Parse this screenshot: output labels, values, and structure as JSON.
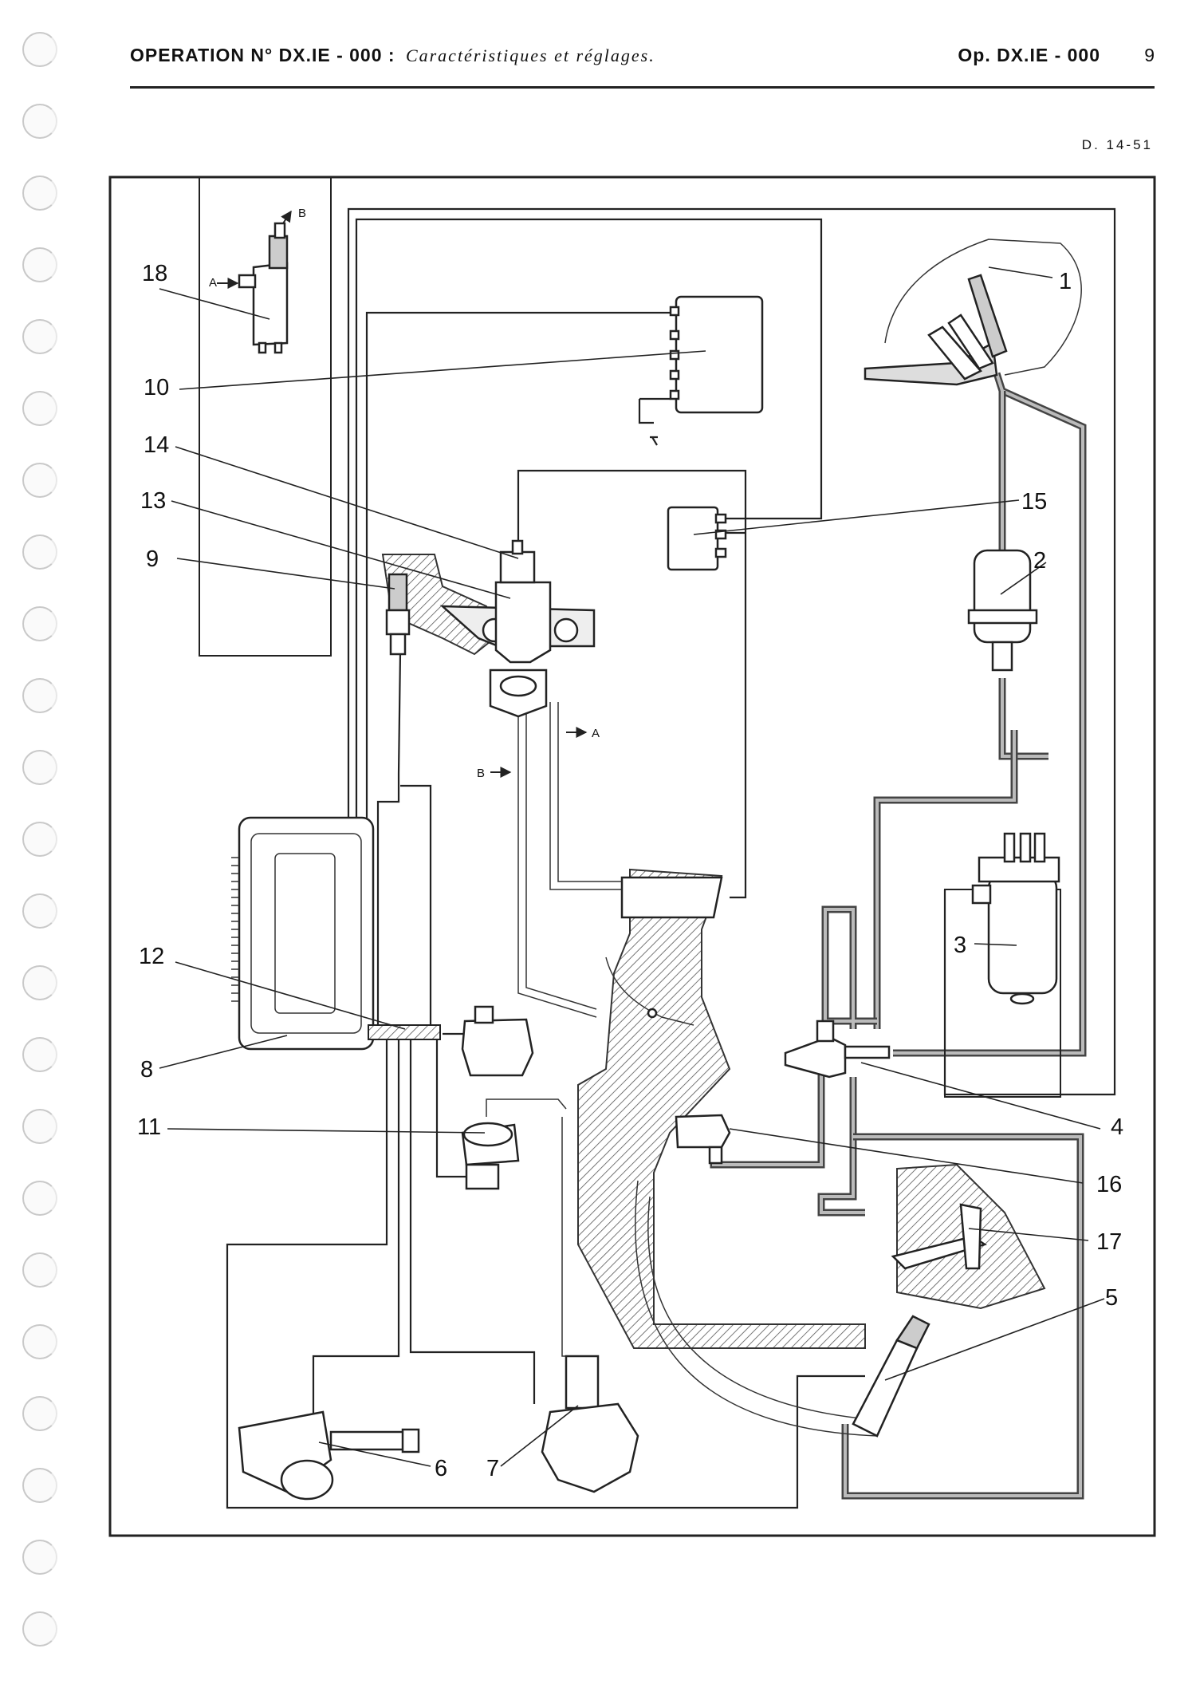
{
  "header": {
    "title": "OPERATION N° DX.IE - 000 :",
    "subtitle": "Caractéristiques et réglages.",
    "op_ref": "Op. DX.IE - 000",
    "page": "9"
  },
  "diagram_ref": "D. 14-51",
  "callouts": {
    "c1": "1",
    "c2": "2",
    "c3": "3",
    "c4": "4",
    "c5": "5",
    "c6": "6",
    "c7": "7",
    "c8": "8",
    "c9": "9",
    "c10": "10",
    "c11": "11",
    "c12": "12",
    "c13": "13",
    "c14": "14",
    "c15": "15",
    "c16": "16",
    "c17": "17",
    "c18": "18"
  },
  "port_labels": {
    "a": "A",
    "b": "B"
  },
  "icons": {
    "binding": "binding-hole-icon",
    "ground": "ground-symbol-icon"
  }
}
